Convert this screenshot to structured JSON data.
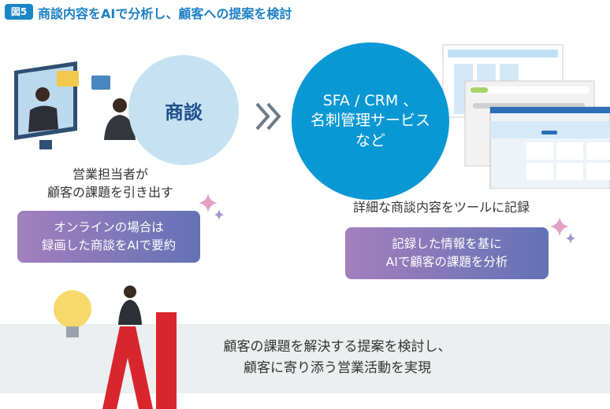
{
  "header": {
    "badge": "図5",
    "title": "商談内容をAIで分析し、顧客への提案を検討"
  },
  "left": {
    "circle_label": "商談",
    "caption_lines": [
      "営業担当者が",
      "顧客の課題を引き出す"
    ],
    "note_lines": [
      "オンラインの場合は",
      "録画した商談をAIで要約"
    ]
  },
  "right": {
    "circle_lines": [
      "SFA / CRM 、",
      "名刺管理サービス",
      "など"
    ],
    "caption": "詳細な商談内容をツールに記録",
    "note_lines": [
      "記録した情報を基に",
      "AIで顧客の課題を分析"
    ]
  },
  "bottom": {
    "lines": [
      "顧客の課題を解決する提案を検討し、",
      "顧客に寄り添う営業活動を実現"
    ]
  },
  "colors": {
    "accent": "#1a86c8",
    "circle_light": "#c6e2f2",
    "circle_dark": "#0a98d4",
    "band": "#eceff0"
  }
}
